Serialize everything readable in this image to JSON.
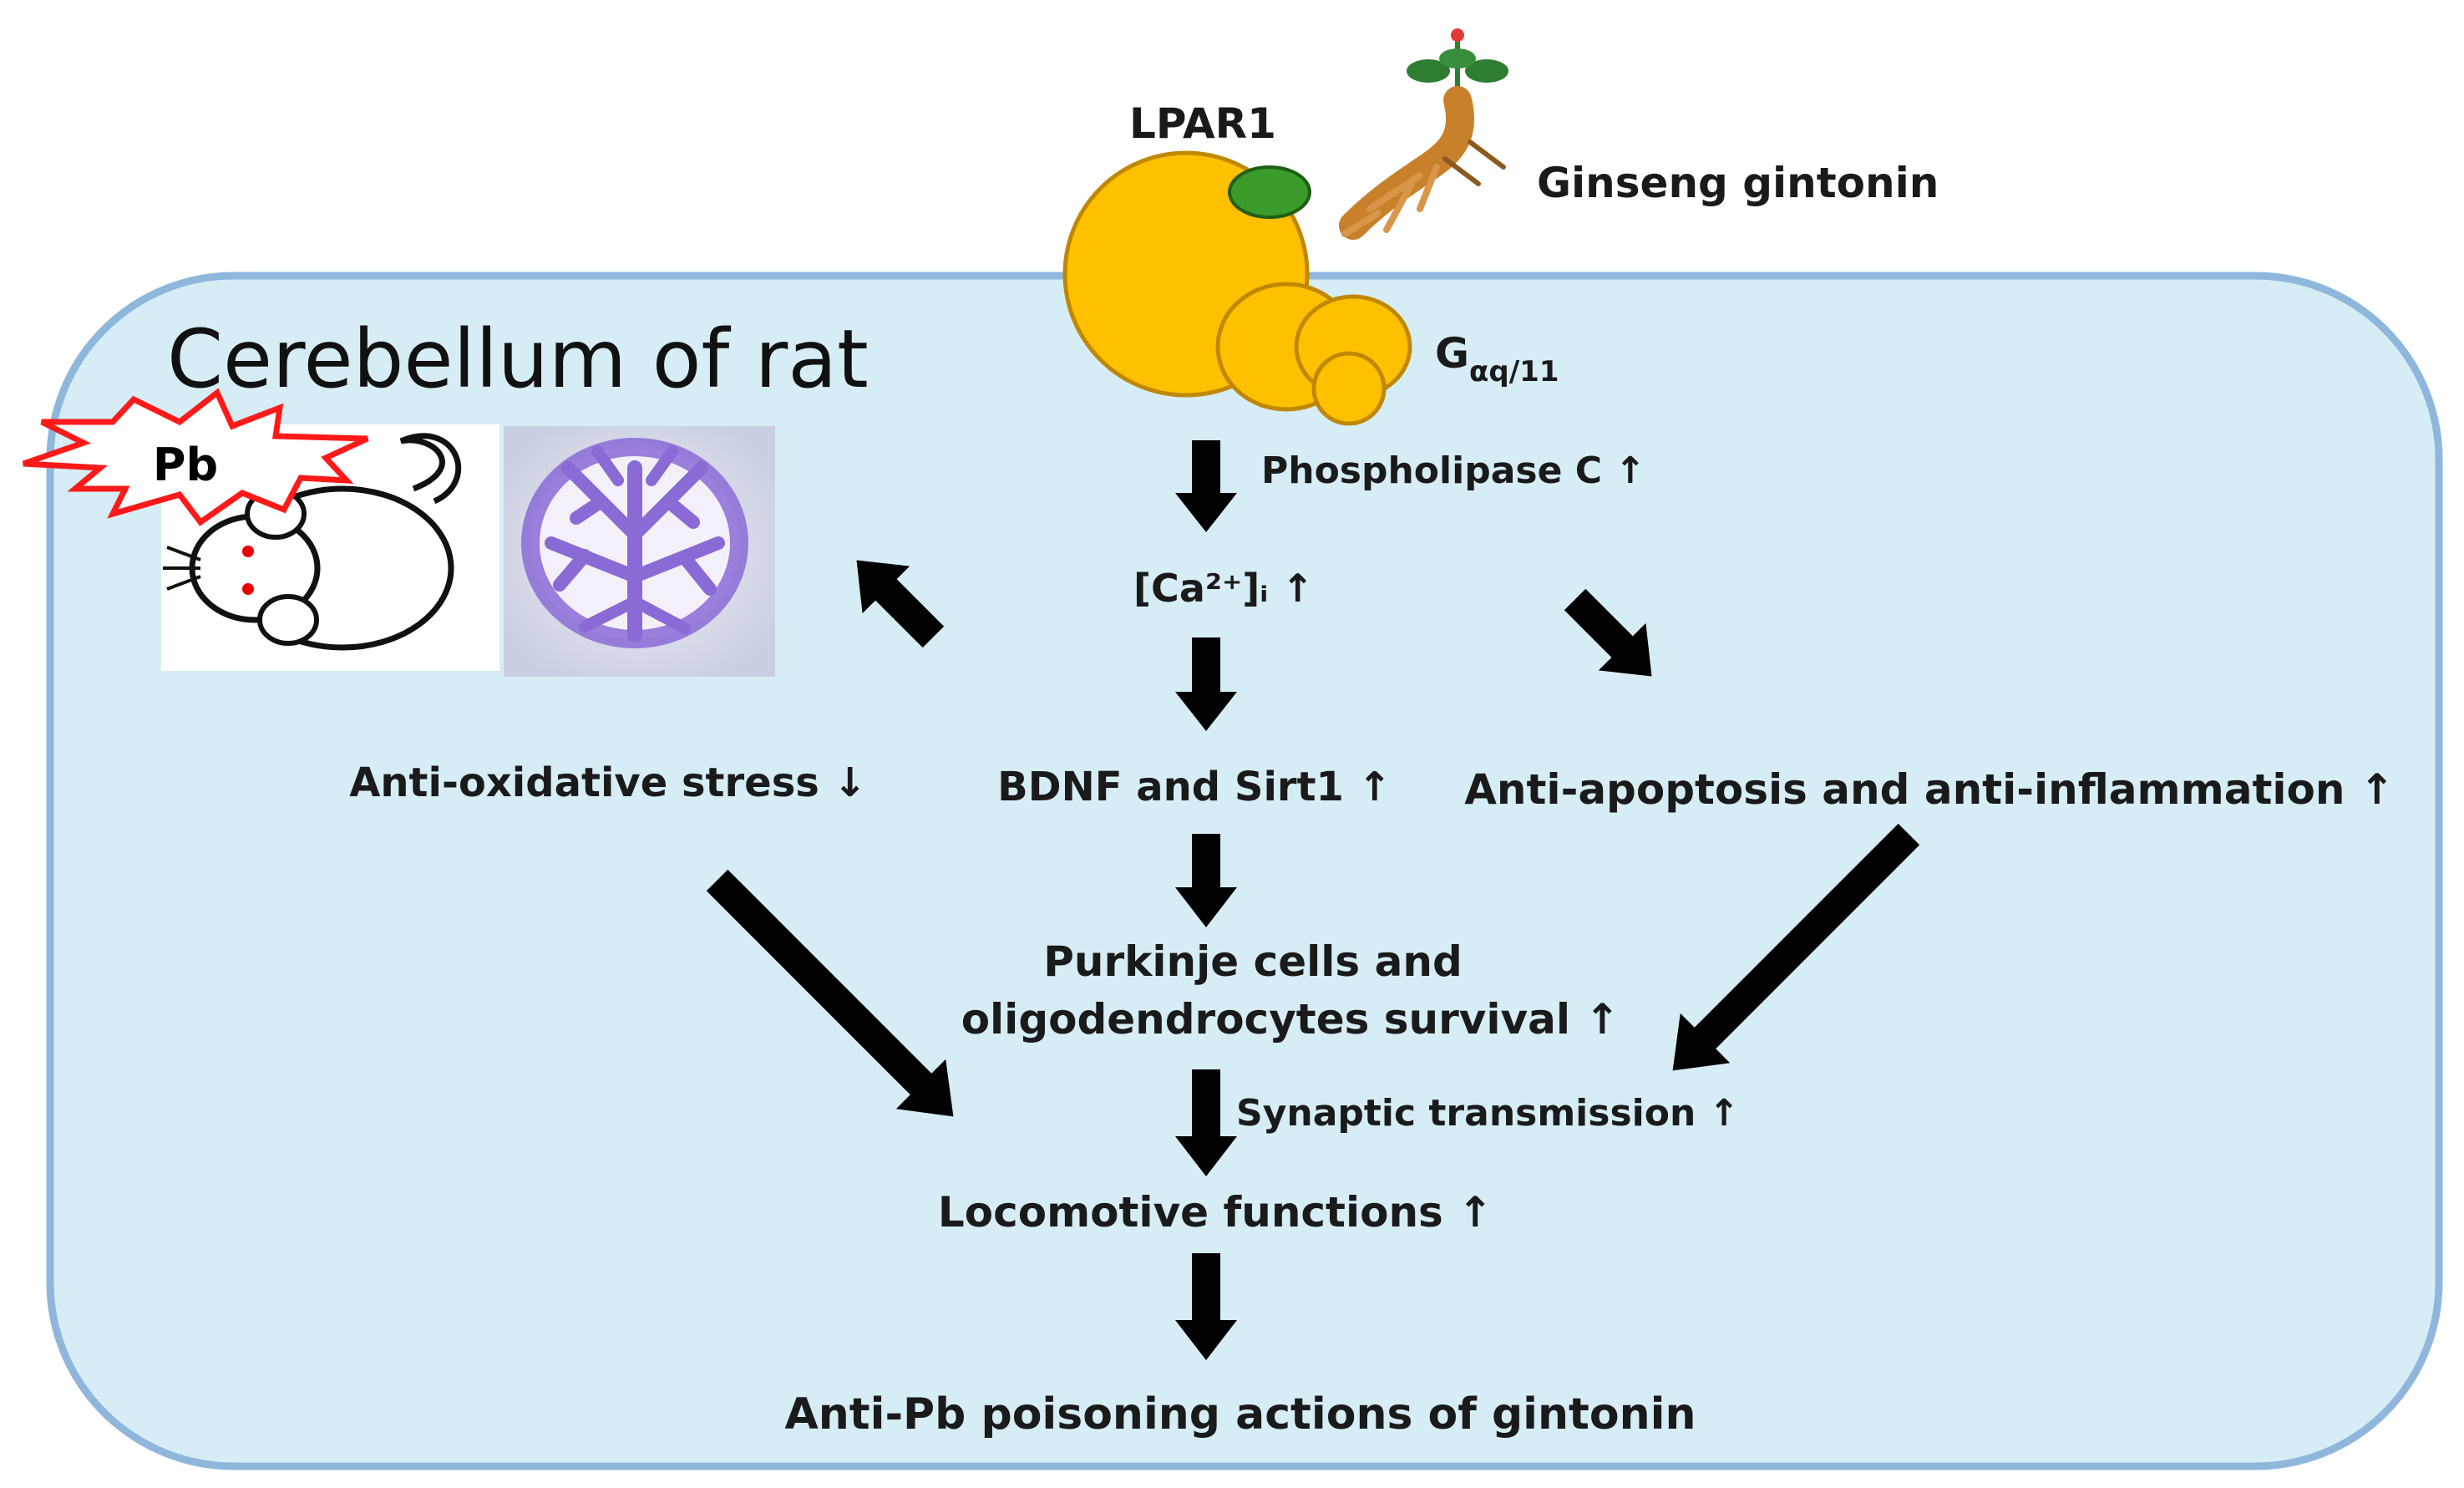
{
  "title": "Cerebellum of rat",
  "pb_label": "Pb",
  "receptor": {
    "name": "LPAR1",
    "g_protein": "G",
    "g_sub": "αq/11"
  },
  "ligand": "Ginseng gintonin",
  "steps": {
    "phospholipase": "Phospholipase C ↑",
    "calcium": "[Ca²⁺]ᵢ ↑",
    "oxidative": "Anti-oxidative stress ↓",
    "bdnf": "BDNF and Sirt1 ↑",
    "apoptosis": "Anti-apoptosis and anti-inflammation ↑",
    "purkinje_line1": "Purkinje cells and",
    "purkinje_line2": "oligodendrocytes survival ↑",
    "synaptic": "Synaptic transmission ↑",
    "locomotive": "Locomotive functions ↑",
    "final": "Anti-Pb poisoning actions of gintonin"
  },
  "colors": {
    "cell_fill": "#d6edf6",
    "cell_stroke": "#8fb7dc",
    "receptor": "#ffc000",
    "receptor_stroke": "#c08800",
    "ligand_site": "#3a9a2a",
    "burst_fill": "#ffffff",
    "burst_stroke": "#ff1a1a",
    "section_purple": "#8a6bd6",
    "arrow": "#000000"
  },
  "icons": [
    "rat-icon",
    "cerebellum-section-image",
    "ginseng-root-icon",
    "pb-burst-icon"
  ]
}
